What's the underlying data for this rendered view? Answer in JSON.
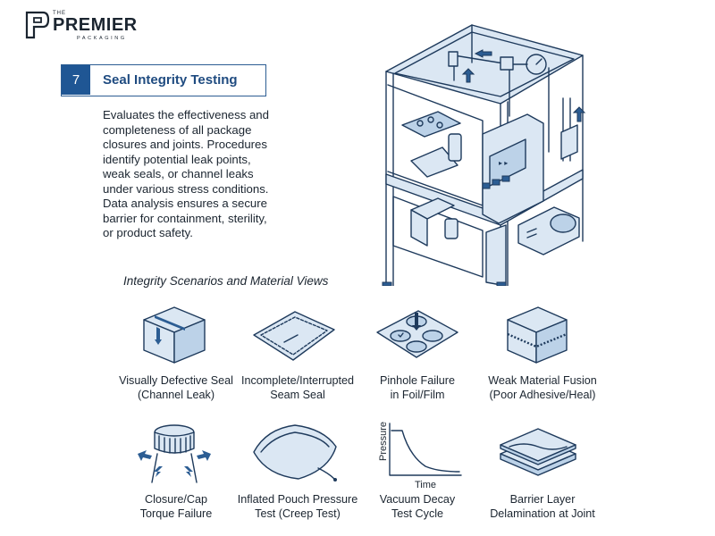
{
  "brand": {
    "the": "THE",
    "name": "PREMIER",
    "sub": "PACKAGING"
  },
  "section": {
    "number": "7",
    "title": "Seal Integrity Testing",
    "description": "Evaluates the effectiveness and completeness of all package closures and joints. Procedures identify potential leak points, weak seals, or channel leaks under various stress conditions. Data analysis ensures a secure barrier for containment, sterility, or product safety."
  },
  "scenarios": {
    "title": "Integrity Scenarios and Material Views",
    "items": [
      {
        "line1": "Visually Defective Seal",
        "line2": "(Channel Leak)",
        "icon": "box-channel-leak-icon"
      },
      {
        "line1": "Incomplete/Interrupted",
        "line2": "Seam Seal",
        "icon": "pouch-seam-icon"
      },
      {
        "line1": "Pinhole Failure",
        "line2": "in Foil/Film",
        "icon": "blister-pinhole-icon"
      },
      {
        "line1": "Weak Material Fusion",
        "line2": "(Poor Adhesive/Heal)",
        "icon": "material-fusion-icon"
      },
      {
        "line1": "Closure/Cap",
        "line2": "Torque Failure",
        "icon": "cap-torque-icon"
      },
      {
        "line1": "Inflated Pouch Pressure",
        "line2": "Test (Creep Test)",
        "icon": "inflated-pouch-icon"
      },
      {
        "line1": "Vacuum Decay",
        "line2": "Test Cycle",
        "icon": "vacuum-decay-chart-icon"
      },
      {
        "line1": "Barrier Layer",
        "line2": "Delamination at Joint",
        "icon": "delamination-layers-icon"
      }
    ]
  },
  "graph": {
    "ylabel": "Pressure",
    "xlabel": "Time"
  },
  "colors": {
    "accent": "#1f5694",
    "line": "#1e3a5c",
    "fill": "#dbe7f3"
  }
}
